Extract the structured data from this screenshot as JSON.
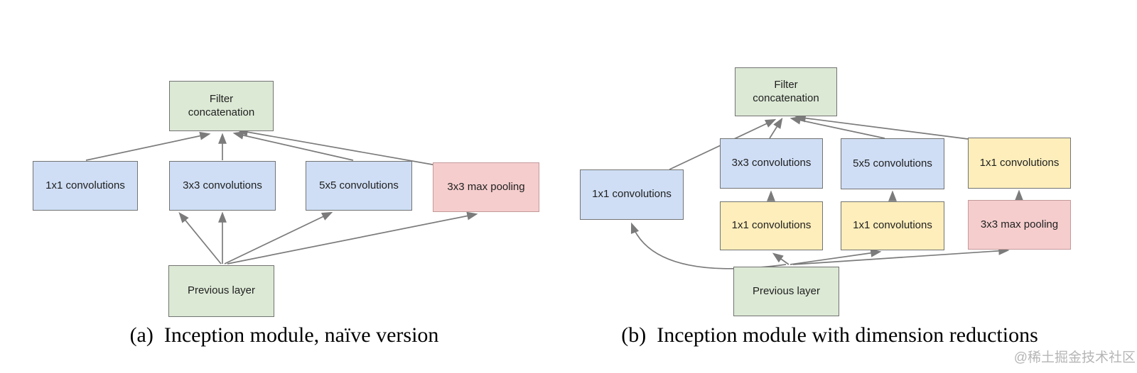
{
  "figure": {
    "panel_a": {
      "caption_prefix": "(a)",
      "caption_text": "Inception module, naïve version",
      "nodes": {
        "filter_concat": "Filter concatenation",
        "conv1": "1x1 convolutions",
        "conv3": "3x3 convolutions",
        "conv5": "5x5 convolutions",
        "maxpool": "3x3 max pooling",
        "previous": "Previous layer"
      }
    },
    "panel_b": {
      "caption_prefix": "(b)",
      "caption_text": "Inception module with dimension reductions",
      "nodes": {
        "filter_concat": "Filter concatenation",
        "conv1_left": "1x1 convolutions",
        "conv3": "3x3 convolutions",
        "conv5": "5x5 convolutions",
        "conv1_top": "1x1 convolutions",
        "conv1_mid_left": "1x1 convolutions",
        "conv1_mid_right": "1x1 convolutions",
        "maxpool": "3x3 max pooling",
        "previous": "Previous layer"
      }
    },
    "watermark": "@稀土掘金技术社区",
    "colors": {
      "concat_and_previous_fill": "#dce9d5",
      "convolution_fill": "#cfdef5",
      "reduction_fill": "#fdeebb",
      "pooling_fill": "#f5cdcd",
      "box_border": "#737373",
      "arrow": "#7b7b7b"
    }
  }
}
